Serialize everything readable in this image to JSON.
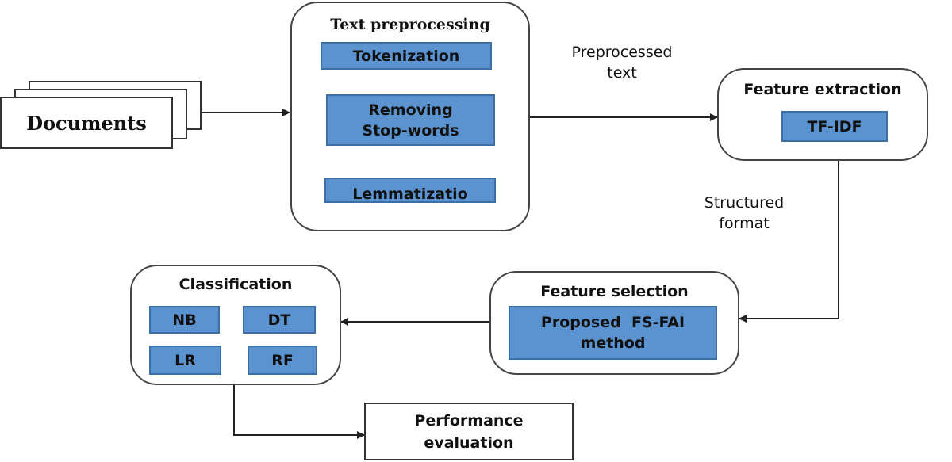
{
  "documents": {
    "label": "Documents"
  },
  "text_preprocessing": {
    "title": "Text preprocessing",
    "steps": [
      "Tokenization",
      "Removing\nStop-words",
      "Lemmatizatio"
    ]
  },
  "edge_labels": {
    "preprocessed_text": "Preprocessed\ntext",
    "structured_format": "Structured\nformat"
  },
  "feature_extraction": {
    "title": "Feature extraction",
    "method": "TF-IDF"
  },
  "feature_selection": {
    "title": "Feature selection",
    "method": "Proposed  FS-FAI\nmethod"
  },
  "classification": {
    "title": "Classification",
    "classifiers": [
      "NB",
      "DT",
      "LR",
      "RF"
    ]
  },
  "performance": {
    "label": "Performance\nevaluation"
  },
  "colors": {
    "box_fill": "#5b93d0",
    "box_border": "#3c6fa6",
    "line": "#333333"
  }
}
